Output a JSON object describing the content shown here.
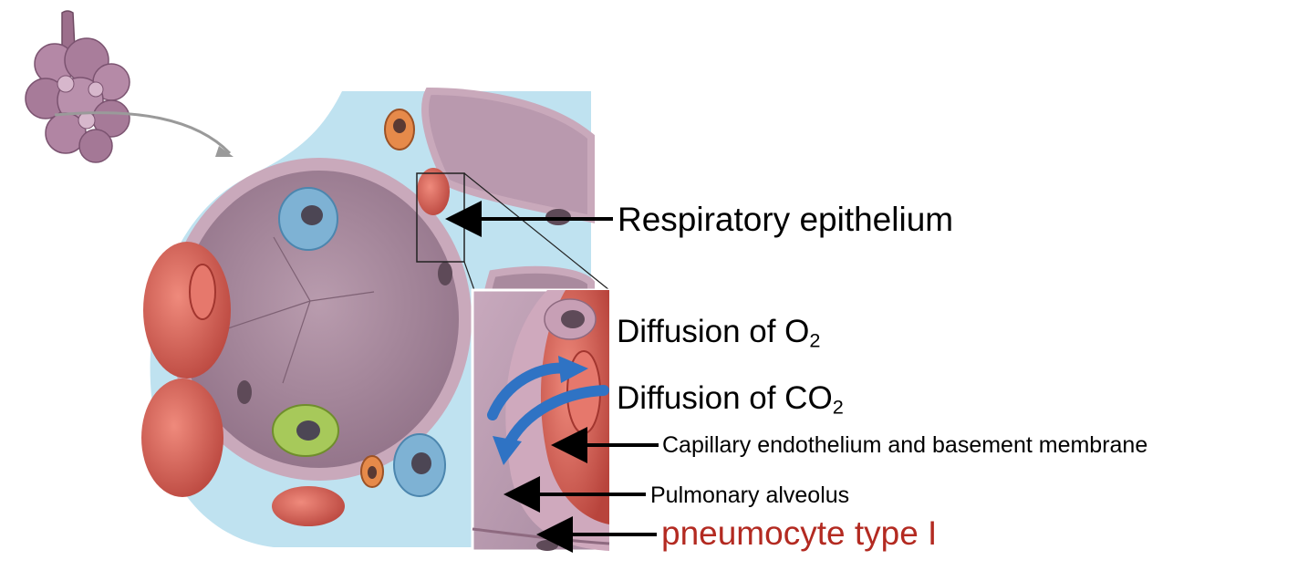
{
  "labels": {
    "respiratory_epithelium": "Respiratory epithelium",
    "diffusion_o2": "Diffusion of O",
    "diffusion_o2_sub": "2",
    "diffusion_co2": "Diffusion of CO",
    "diffusion_co2_sub": "2",
    "capillary_endothelium": "Capillary endothelium and basement membrane",
    "pulmonary_alveolus": "Pulmonary alveolus",
    "pneumocyte_type_1": "pneumocyte type I"
  },
  "colors": {
    "label_text": "#000000",
    "highlight_text": "#b32a21",
    "interstitium": "#bfe2f0",
    "alveolus_wall": "#c9a9bb",
    "alveolus_lumen": "#a98a9e",
    "capillary": "#d9635a",
    "diffusion_arrow": "#2f73c4"
  }
}
